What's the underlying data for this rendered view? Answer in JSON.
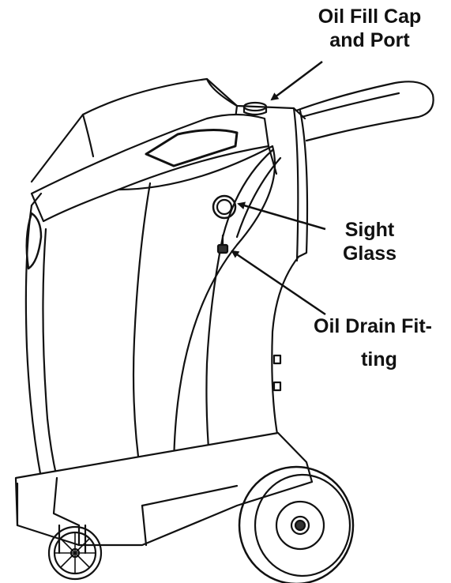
{
  "diagram": {
    "line_color": "#111111",
    "background": "#ffffff",
    "callouts": {
      "oil_fill": {
        "line1": "Oil Fill Cap",
        "line2": "and Port"
      },
      "sight_glass": {
        "line1": "Sight",
        "line2": "Glass"
      },
      "oil_drain": {
        "line1": "Oil Drain Fit-",
        "line2": "ting"
      }
    }
  }
}
